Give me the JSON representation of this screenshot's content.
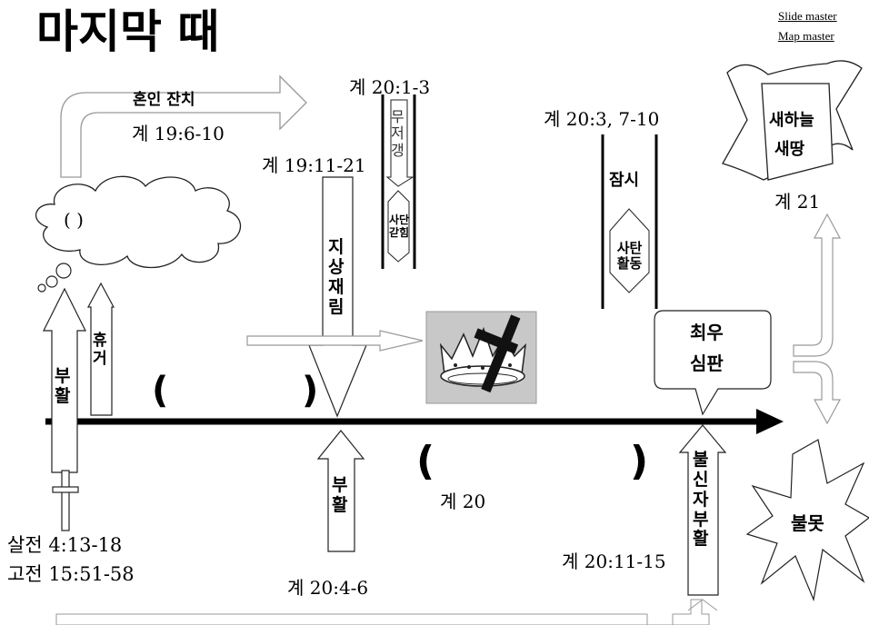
{
  "title": "마지막 때",
  "links": {
    "slide_master": "Slide master",
    "map_master": "Map master"
  },
  "labels": {
    "wedding": "혼인 잔치",
    "wedding_ref": "계 19:6-10",
    "ref_19_11": "계 19:11-21",
    "ref_20_1": "계 20:1-3",
    "ref_20_3": "계 20:3, 7-10",
    "ref_21": "계 21",
    "new_heaven_1": "새하늘",
    "new_heaven_2": "새땅",
    "cloud": "(          )",
    "bottomless_pit": [
      "무",
      "저",
      "갱"
    ],
    "satan_bound": [
      "사단",
      "갇힘"
    ],
    "second_coming": [
      "지",
      "상",
      "재",
      "림"
    ],
    "little_while": "잠시",
    "satan_active": [
      "사탄",
      "활동"
    ],
    "final_judgment_1": "최우",
    "final_judgment_2": "심판",
    "resurrection_left": [
      "부",
      "활"
    ],
    "rapture": [
      "휴",
      "거"
    ],
    "resurrection_mid": [
      "부",
      "활"
    ],
    "unbeliever_res": [
      "불",
      "신",
      "자",
      "부",
      "활"
    ],
    "lake_of_fire": "불못",
    "ref_20": "계 20",
    "ref_20_4": "계 20:4-6",
    "ref_20_11": "계 20:11-15",
    "thess": "살전 4:13-18",
    "cor": "고전 15:51-58",
    "paren_open": "(",
    "paren_close": ")"
  }
}
